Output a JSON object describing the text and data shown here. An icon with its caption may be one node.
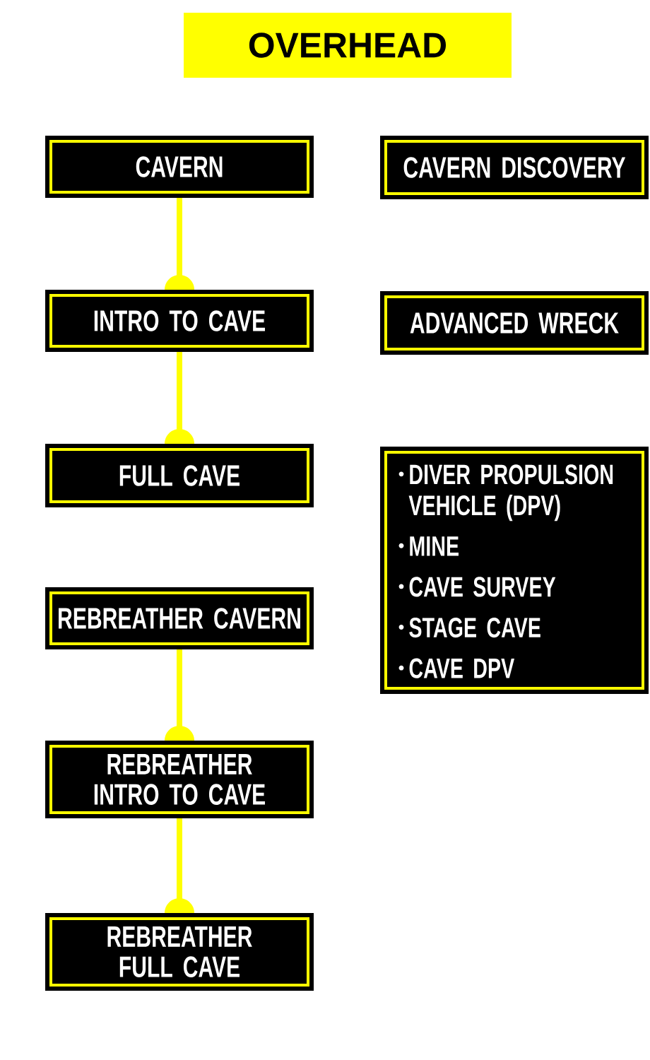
{
  "diagram": {
    "title": "OVERHEAD",
    "nodes": [
      {
        "text": [
          "CAVERN"
        ]
      },
      {
        "text": [
          "CAVERN DISCOVERY"
        ]
      },
      {
        "text": [
          "INTRO TO CAVE"
        ]
      },
      {
        "text": [
          "ADVANCED WRECK"
        ]
      },
      {
        "text": [
          "FULL CAVE"
        ]
      },
      {
        "text": [
          "DIVER PROPULSION VEHICLE (DPV)",
          "MINE",
          "CAVE SURVEY",
          "STAGE CAVE",
          "CAVE DPV"
        ]
      },
      {
        "text": [
          "REBREATHER CAVERN"
        ]
      },
      {
        "text": [
          "REBREATHER INTRO TO CAVE"
        ]
      },
      {
        "text": [
          "REBREATHER FULL CAVE"
        ]
      }
    ],
    "edges": [
      {
        "from": 0,
        "to": 2,
        "arrow": "other"
      },
      {
        "from": 2,
        "to": 4,
        "arrow": "other"
      },
      {
        "from": 6,
        "to": 7,
        "arrow": "other"
      },
      {
        "from": 7,
        "to": 8,
        "arrow": "other"
      }
    ]
  }
}
